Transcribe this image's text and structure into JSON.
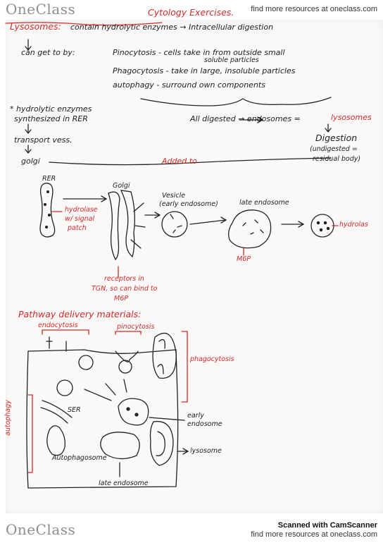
{
  "header": {
    "logo": "OneClass",
    "site_text": "find more resources at oneclass.com"
  },
  "footer": {
    "logo": "OneClass",
    "site_text": "find more resources at oneclass.com",
    "scanner_text": "Scanned with CamScanner"
  },
  "notes": {
    "title": "Cytology Exercises.",
    "lysosomes_heading": "Lysosomes:",
    "lysosomes_def": "contain hydrolytic enzymes → Intracellular digestion",
    "can_get_to_by": "can get to by:",
    "pinocytosis_line1": "Pinocytosis - cells take in from outside small",
    "pinocytosis_line2": "soluble particles",
    "phagocytosis_line": "Phagocytosis - take in large, insoluble particles",
    "autophagy_line": "autophagy - surround own components",
    "hydrolytic_line1": "* hydrolytic enzymes",
    "hydrolytic_line2": "synthesized in RER",
    "transport_vess": "transport vess.",
    "golgi": "golgi",
    "added_to": "Added to",
    "all_digested": "All digested → endosomes =",
    "lysosomes_word": "lysosomes",
    "digestion": "Digestion",
    "undigested_line1": "(undigested =",
    "undigested_line2": "residual body)"
  },
  "diagram1": {
    "rer": "RER",
    "golgi": "Golgi",
    "vesicle_line1": "Vesicle",
    "vesicle_line2": "(early endosome)",
    "late_endosome": "late endosome",
    "hydrolase_line1": "hydrolase",
    "hydrolase_line2": "w/ signal",
    "hydrolase_line3": "patch",
    "receptors_line1": "receptors in",
    "receptors_line2": "TGN, so can bind to",
    "receptors_line3": "M6P",
    "m6p": "M6P",
    "hydrolase_right": "hydrolas"
  },
  "diagram2": {
    "title": "Pathway delivery materials:",
    "endocytosis": "endocytosis",
    "pinocytosis": "pinocytosis",
    "phagocytosis": "phagocytosis",
    "autophagy": "autophagy",
    "ser": "SER",
    "early_endosome_line1": "early",
    "early_endosome_line2": "endosome",
    "autophagosome": "Autophagosome",
    "lysosome": "lysosome",
    "late_endosome": "late endosome"
  }
}
